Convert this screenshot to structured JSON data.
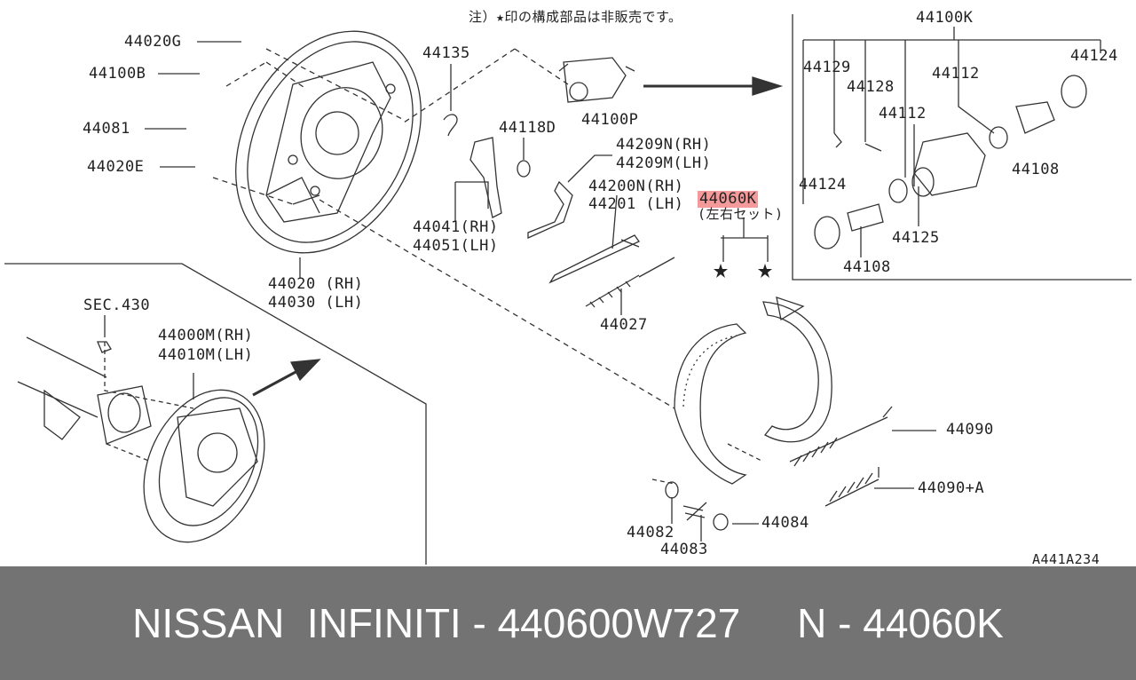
{
  "note": "注）★印の構成部品は非販売です。",
  "callouts": {
    "c44020G": "44020G",
    "c44100B": "44100B",
    "c44081": "44081",
    "c44020E": "44020E",
    "c44135": "44135",
    "c44100P": "44100P",
    "c44118D": "44118D",
    "c44209N": "44209N(RH)",
    "c44209M": "44209M(LH)",
    "c44200N": "44200N(RH)",
    "c44201": "44201 (LH)",
    "c44041": "44041(RH)",
    "c44051": "44051(LH)",
    "c44020rh": "44020 (RH)",
    "c44030lh": "44030 (LH)",
    "c44060K": "44060K",
    "c44060Knote": "(左右セット)",
    "c44027": "44027",
    "sec430": "SEC.430",
    "c44000M": "44000M(RH)",
    "c44010M": "44010M(LH)",
    "c44090": "44090",
    "c44090A": "44090+A",
    "c44082": "44082",
    "c44083": "44083",
    "c44084": "44084",
    "c44100K": "44100K",
    "c44129": "44129",
    "c44128": "44128",
    "c44112a": "44112",
    "c44112b": "44112",
    "c44124a": "44124",
    "c44124b": "44124",
    "c44108a": "44108",
    "c44108b": "44108",
    "c44125": "44125",
    "figure_code": "A441A234"
  },
  "footer": {
    "brand": "NISSAN  INFINITI",
    "sep1": " - ",
    "part_number": "440600W727",
    "sep2": "     N - ",
    "ref_number": "44060K"
  },
  "colors": {
    "highlight": "#f59a9a",
    "footer_bg": "#737373",
    "footer_text": "#ffffff"
  }
}
